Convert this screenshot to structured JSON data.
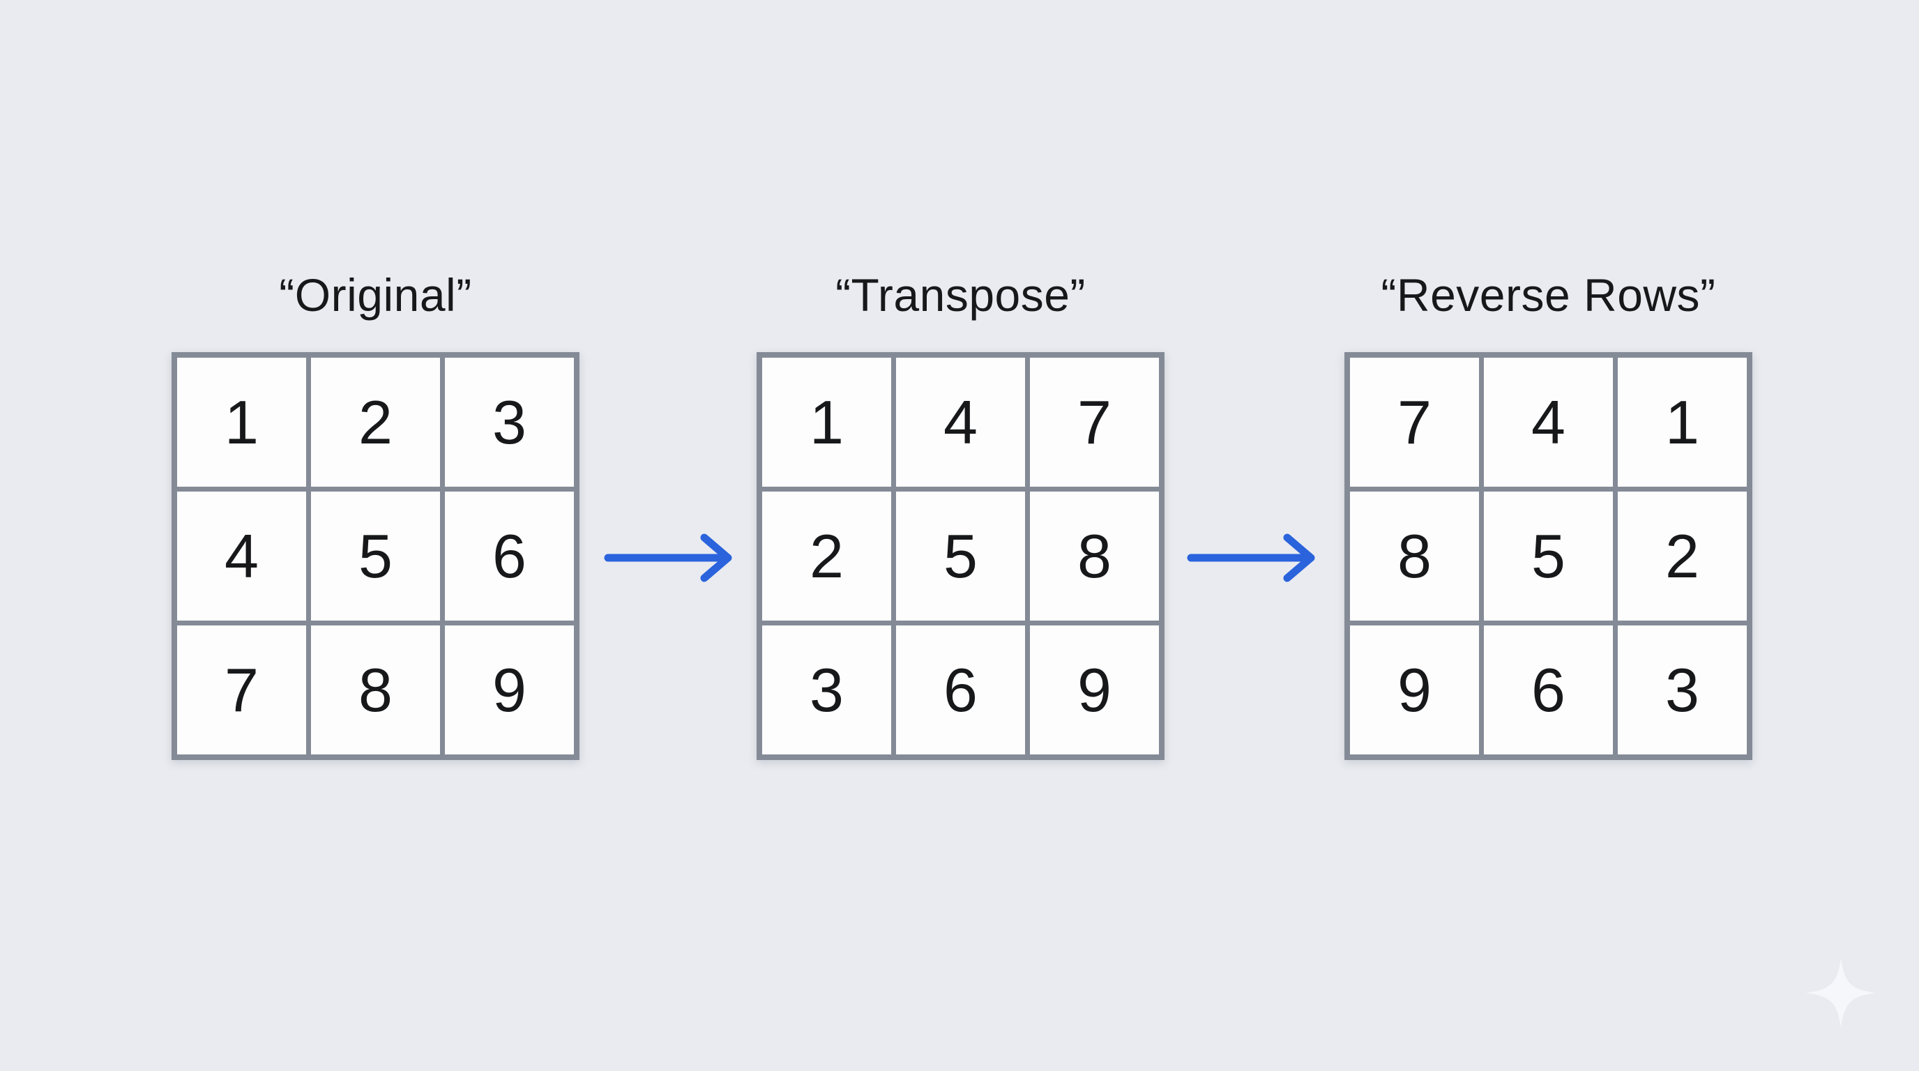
{
  "figure": {
    "panels": [
      {
        "title": "“Original”",
        "matrix": [
          [
            "1",
            "2",
            "3"
          ],
          [
            "4",
            "5",
            "6"
          ],
          [
            "7",
            "8",
            "9"
          ]
        ]
      },
      {
        "title": "“Transpose”",
        "matrix": [
          [
            "1",
            "4",
            "7"
          ],
          [
            "2",
            "5",
            "8"
          ],
          [
            "3",
            "6",
            "9"
          ]
        ]
      },
      {
        "title": "“Reverse Rows”",
        "matrix": [
          [
            "7",
            "4",
            "1"
          ],
          [
            "8",
            "5",
            "2"
          ],
          [
            "9",
            "6",
            "3"
          ]
        ]
      }
    ],
    "colors": {
      "background": "#e9ebf0",
      "grid_border": "#848b97",
      "cell_bg": "#fdfdfd",
      "number": "#17181a",
      "title": "#17181a",
      "arrow": "#2a63dc",
      "sparkle": "#f5f7fa"
    },
    "icons": {
      "arrow_icon": "right-arrow",
      "corner_icon": "sparkle-four-point-star"
    }
  }
}
